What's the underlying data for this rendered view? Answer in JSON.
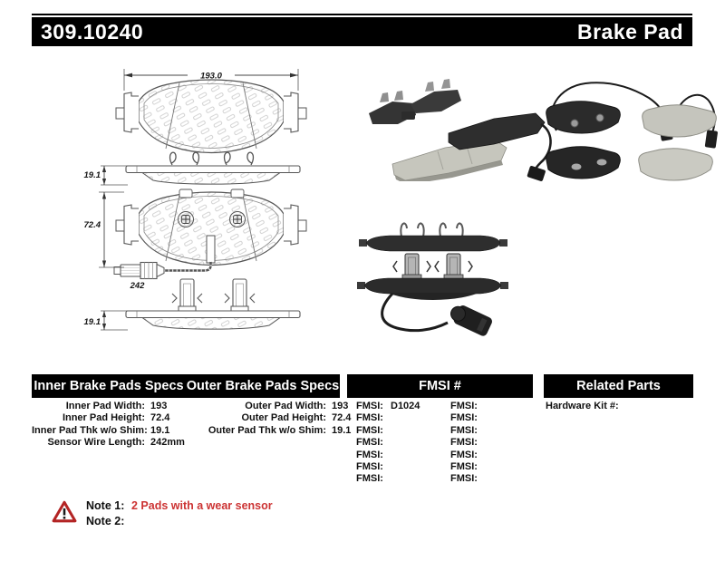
{
  "page": {
    "part_number": "309.10240",
    "product_type": "Brake Pad"
  },
  "drawing": {
    "pad_width": "193.0",
    "pad_thickness_upper": "19.1",
    "pad_height": "72.4",
    "sensor_wire_length": "242",
    "pad_thickness_lower": "19.1"
  },
  "specs": {
    "inner": {
      "header": "Inner Brake Pads Specs",
      "rows": [
        {
          "label": "Inner Pad Width:",
          "value": "193"
        },
        {
          "label": "Inner Pad Height:",
          "value": "72.4"
        },
        {
          "label": "Inner Pad Thk w/o Shim:",
          "value": "19.1"
        },
        {
          "label": "Sensor Wire Length:",
          "value": "242mm"
        }
      ]
    },
    "outer": {
      "header": "Outer Brake Pads Specs",
      "rows": [
        {
          "label": "Outer Pad Width:",
          "value": "193"
        },
        {
          "label": "Outer Pad Height:",
          "value": "72.4"
        },
        {
          "label": "Outer Pad Thk w/o Shim:",
          "value": "19.1"
        }
      ]
    },
    "fmsi": {
      "header": "FMSI #",
      "col1": [
        {
          "label": "FMSI:",
          "value": "D1024"
        },
        {
          "label": "FMSI:",
          "value": ""
        },
        {
          "label": "FMSI:",
          "value": ""
        },
        {
          "label": "FMSI:",
          "value": ""
        },
        {
          "label": "FMSI:",
          "value": ""
        },
        {
          "label": "FMSI:",
          "value": ""
        },
        {
          "label": "FMSI:",
          "value": ""
        }
      ],
      "col2": [
        {
          "label": "FMSI:",
          "value": ""
        },
        {
          "label": "FMSI:",
          "value": ""
        },
        {
          "label": "FMSI:",
          "value": ""
        },
        {
          "label": "FMSI:",
          "value": ""
        },
        {
          "label": "FMSI:",
          "value": ""
        },
        {
          "label": "FMSI:",
          "value": ""
        },
        {
          "label": "FMSI:",
          "value": ""
        }
      ]
    },
    "related": {
      "header": "Related Parts",
      "hardware_kit_label": "Hardware Kit #:",
      "hardware_kit_value": ""
    }
  },
  "notes": {
    "note1_label": "Note 1:",
    "note1_text": "2 Pads with a wear sensor",
    "note2_label": "Note 2:",
    "note2_text": ""
  },
  "colors": {
    "note_red": "#cc3333",
    "warning_red": "#b32424",
    "header_bg": "#000000"
  }
}
